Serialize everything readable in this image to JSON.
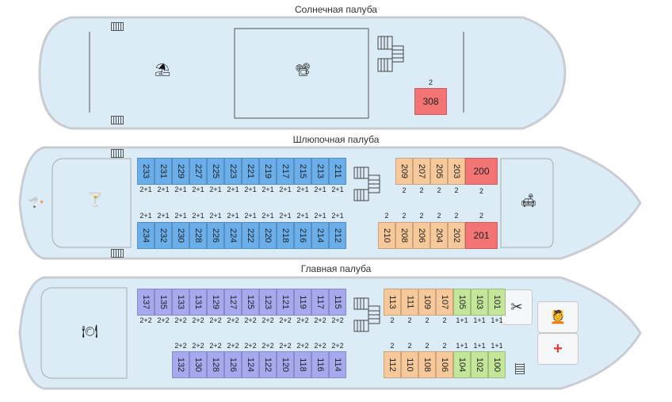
{
  "decks": {
    "sun": {
      "title": "Солнечная палуба"
    },
    "boat": {
      "title": "Шлюпочная палуба"
    },
    "main": {
      "title": "Главная палуба"
    }
  },
  "colors": {
    "hull": "#dcecf7",
    "hull_stroke": "#c9ccd2",
    "blue_cabin": "#6aaeea",
    "violet_cabin": "#a7a9ef",
    "orange_cabin": "#f7c99a",
    "green_cabin": "#c3e69a",
    "red_cabin": "#f27474"
  },
  "icons": {
    "beach": "umbrella-icon",
    "cinema": "projector-icon",
    "bar": "cocktail-icon",
    "smoking": "cigarette-icon",
    "lounge": "sofa-icon",
    "restaurant": "dining-icon",
    "barber": "scissors-icon",
    "massage": "massage-icon",
    "medical": "first-aid-icon"
  },
  "sun_cabins": [
    {
      "num": "308",
      "berths": "2"
    }
  ],
  "boat_cabins": {
    "top_blue": [
      {
        "num": "233",
        "berths": "2+1"
      },
      {
        "num": "231",
        "berths": "2+1"
      },
      {
        "num": "229",
        "berths": "2+1"
      },
      {
        "num": "227",
        "berths": "2+1"
      },
      {
        "num": "225",
        "berths": "2+1"
      },
      {
        "num": "223",
        "berths": "2+1"
      },
      {
        "num": "221",
        "berths": "2+1"
      },
      {
        "num": "219",
        "berths": "2+1"
      },
      {
        "num": "217",
        "berths": "2+1"
      },
      {
        "num": "215",
        "berths": "2+1"
      },
      {
        "num": "213",
        "berths": "2+1"
      },
      {
        "num": "211",
        "berths": "2+1"
      }
    ],
    "bottom_blue": [
      {
        "num": "234",
        "berths": "2+1"
      },
      {
        "num": "232",
        "berths": "2+1"
      },
      {
        "num": "230",
        "berths": "2+1"
      },
      {
        "num": "228",
        "berths": "2+1"
      },
      {
        "num": "226",
        "berths": "2+1"
      },
      {
        "num": "224",
        "berths": "2+1"
      },
      {
        "num": "222",
        "berths": "2+1"
      },
      {
        "num": "220",
        "berths": "2+1"
      },
      {
        "num": "218",
        "berths": "2+1"
      },
      {
        "num": "216",
        "berths": "2+1"
      },
      {
        "num": "214",
        "berths": "2+1"
      },
      {
        "num": "212",
        "berths": "2+1"
      }
    ],
    "top_orange": [
      {
        "num": "209",
        "berths": "2"
      },
      {
        "num": "207",
        "berths": "2"
      },
      {
        "num": "205",
        "berths": "2"
      },
      {
        "num": "203",
        "berths": "2"
      }
    ],
    "bottom_orange": [
      {
        "num": "210",
        "berths": "2"
      },
      {
        "num": "208",
        "berths": "2"
      },
      {
        "num": "206",
        "berths": "2"
      },
      {
        "num": "204",
        "berths": "2"
      },
      {
        "num": "202",
        "berths": "2"
      }
    ],
    "suite_top": {
      "num": "200",
      "berths": "2"
    },
    "suite_bottom": {
      "num": "201",
      "berths": "2"
    }
  },
  "main_cabins": {
    "top_violet": [
      {
        "num": "137",
        "berths": "2+2"
      },
      {
        "num": "135",
        "berths": "2+2"
      },
      {
        "num": "133",
        "berths": "2+2"
      },
      {
        "num": "131",
        "berths": "2+2"
      },
      {
        "num": "129",
        "berths": "2+2"
      },
      {
        "num": "127",
        "berths": "2+2"
      },
      {
        "num": "125",
        "berths": "2+2"
      },
      {
        "num": "123",
        "berths": "2+2"
      },
      {
        "num": "121",
        "berths": "2+2"
      },
      {
        "num": "119",
        "berths": "2+2"
      },
      {
        "num": "117",
        "berths": "2+2"
      },
      {
        "num": "115",
        "berths": "2+2"
      }
    ],
    "bottom_violet": [
      {
        "num": "132",
        "berths": "2+2"
      },
      {
        "num": "130",
        "berths": "2+2"
      },
      {
        "num": "128",
        "berths": "2+2"
      },
      {
        "num": "126",
        "berths": "2+2"
      },
      {
        "num": "124",
        "berths": "2+2"
      },
      {
        "num": "122",
        "berths": "2+2"
      },
      {
        "num": "120",
        "berths": "2+2"
      },
      {
        "num": "118",
        "berths": "2+2"
      },
      {
        "num": "116",
        "berths": "2+2"
      },
      {
        "num": "114",
        "berths": "2+2"
      }
    ],
    "top_orange": [
      {
        "num": "113",
        "berths": "2"
      },
      {
        "num": "111",
        "berths": "2"
      },
      {
        "num": "109",
        "berths": "2"
      },
      {
        "num": "107",
        "berths": "2"
      }
    ],
    "bottom_orange": [
      {
        "num": "112",
        "berths": "2"
      },
      {
        "num": "110",
        "berths": "2"
      },
      {
        "num": "108",
        "berths": "2"
      },
      {
        "num": "106",
        "berths": "2"
      }
    ],
    "top_green": [
      {
        "num": "105",
        "berths": "1+1"
      },
      {
        "num": "103",
        "berths": "1+1"
      },
      {
        "num": "101",
        "berths": "1+1"
      }
    ],
    "bottom_green": [
      {
        "num": "104",
        "berths": "1+1"
      },
      {
        "num": "102",
        "berths": "1+1"
      },
      {
        "num": "100",
        "berths": "1+1"
      }
    ]
  }
}
